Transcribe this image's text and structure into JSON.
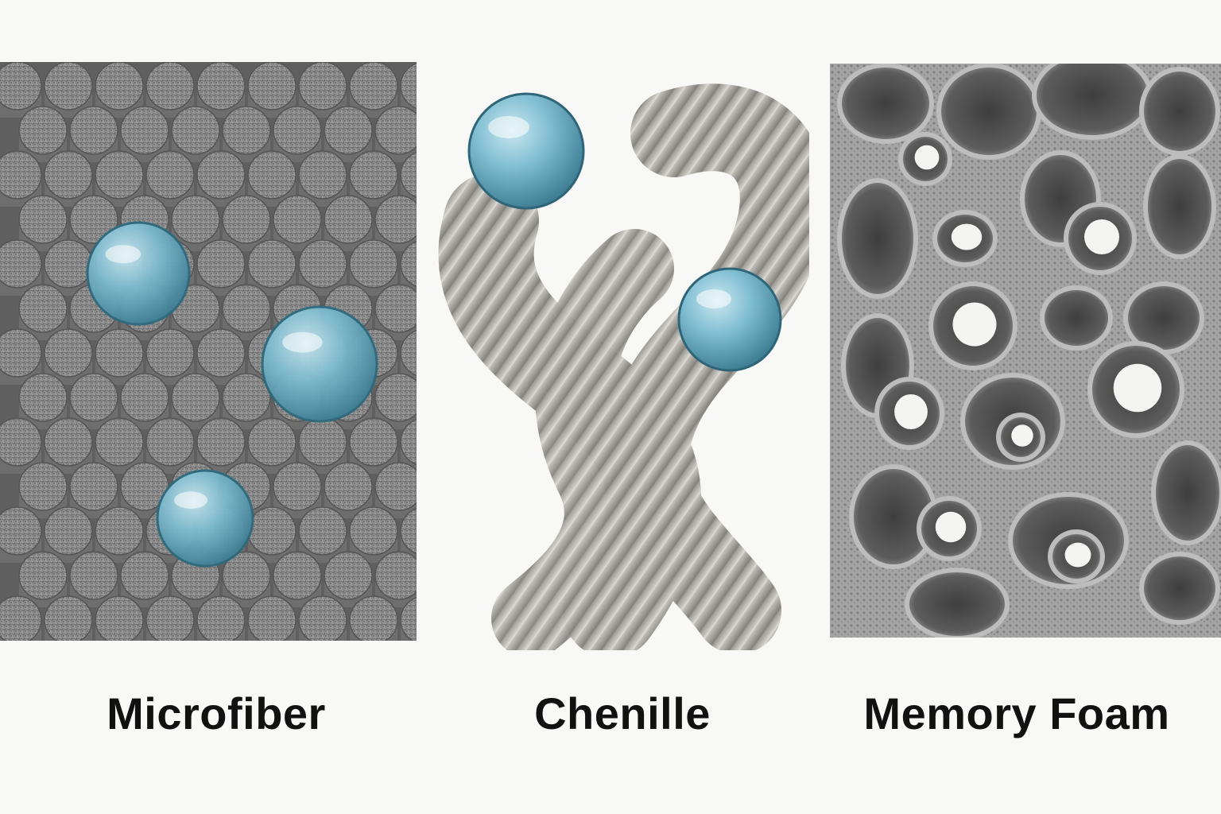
{
  "panels": [
    {
      "id": "microfiber",
      "label": "Microfiber",
      "droplet_color": "#6aaec4"
    },
    {
      "id": "chenille",
      "label": "Chenille",
      "droplet_color": "#6aaec4"
    },
    {
      "id": "memory-foam",
      "label": "Memory Foam",
      "droplet_color": ""
    }
  ],
  "colors": {
    "fiber": "#8a8a8a",
    "fiber_dark": "#5a5a5a",
    "yarn": "#b9b7b2",
    "foam": "#9a9a9a",
    "water": "#6aaec4"
  }
}
